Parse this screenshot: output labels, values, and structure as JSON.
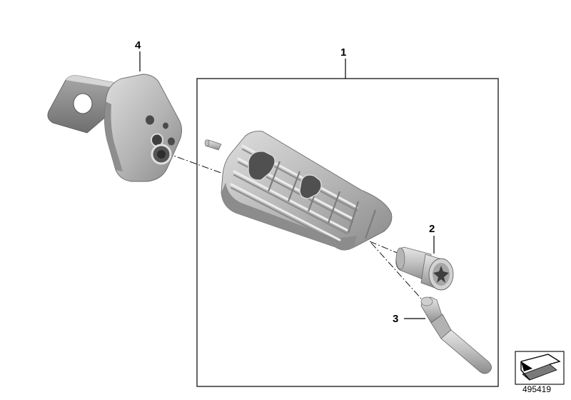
{
  "diagram": {
    "callouts": {
      "assembly": "1",
      "screw": "2",
      "pin": "3",
      "bracket": "4"
    },
    "reference_number": "495419",
    "colors": {
      "metal_light": "#c9c9c9",
      "metal_mid": "#a4a4a4",
      "metal_dark": "#7a7a7a",
      "line": "#000000"
    },
    "icons": {
      "orientation": "arrow-down-left-icon"
    }
  }
}
